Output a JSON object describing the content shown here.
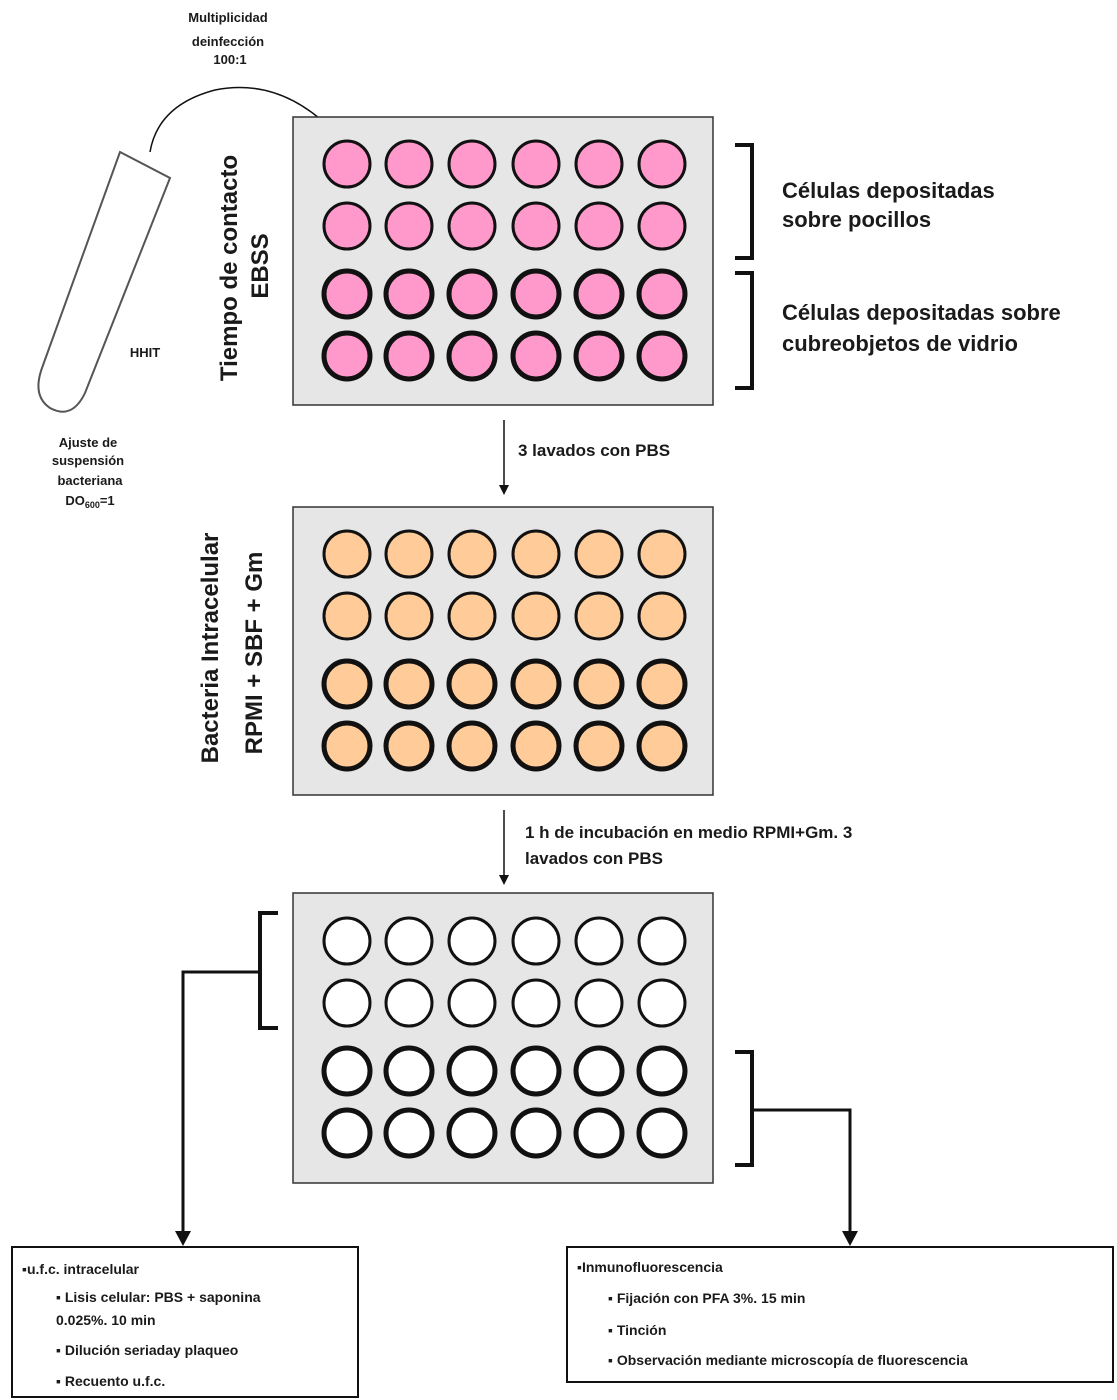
{
  "tube": {
    "top_label": [
      "Multiplicidad",
      "deinfección",
      "100:1"
    ],
    "tube_label": "HHIT",
    "bottom_label": [
      "Ajuste de",
      "suspensión",
      "bacteriana"
    ],
    "od_label": "DO",
    "od_sub": "600",
    "od_value": "=1"
  },
  "plate1": {
    "side_label": "Tiempo de contacto",
    "medium_label": "EBSS",
    "medium_color": "#ff66cc",
    "well_color": "#ff99cc",
    "right_labels": [
      [
        "Células depositadas",
        "sobre pocillos"
      ],
      [
        "Células depositadas sobre",
        "cubreobjetos de vidrio"
      ]
    ]
  },
  "step1": {
    "text": "3 lavados con PBS"
  },
  "plate2": {
    "side_label": "Bacteria Intracelular",
    "medium_label": "RPMI + SBF + Gm",
    "medium_color": "#ffb266",
    "well_color": "#ffcc99"
  },
  "step2": {
    "lines": [
      "1 h de incubación en medio RPMI+Gm. 3",
      "lavados con PBS"
    ]
  },
  "plate3": {
    "well_color": "#ffffff"
  },
  "plate_bg": "#e6e6e6",
  "box_left": {
    "title": "u.f.c. intracelular",
    "items": [
      "Lisis celular: PBS + saponina",
      "Dilución seriaday plaqueo",
      "Recuento u.f.c."
    ],
    "item1_cont": "0.025%. 10 min"
  },
  "box_right": {
    "title": "Inmunofluorescencia",
    "items": [
      "Fijación con PFA 3%. 15 min",
      "Tinción",
      "Observación mediante microscopía de fluorescencia"
    ]
  }
}
